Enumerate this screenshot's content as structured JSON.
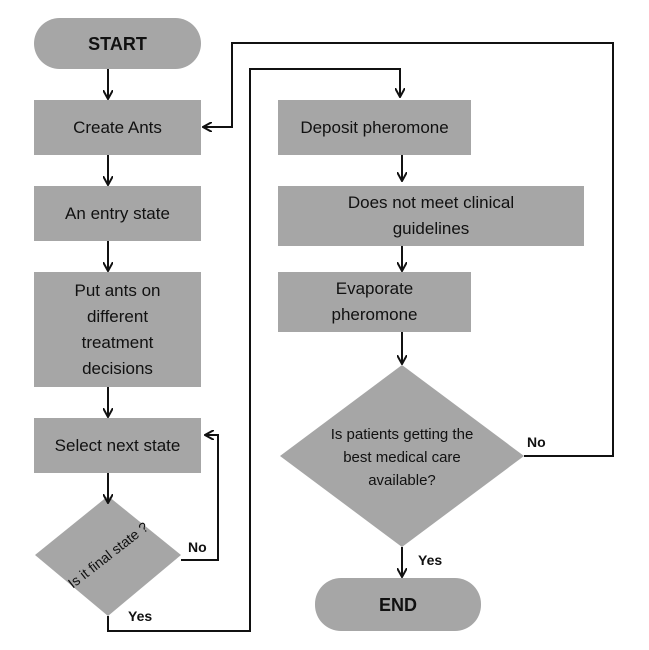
{
  "nodes": {
    "start": "START",
    "create_ants": "Create Ants",
    "entry_state": "An entry state",
    "put_ants": "Put ants on different treatment decisions",
    "select_next": "Select next state",
    "final_q": "Is it final state ?",
    "deposit": "Deposit pheromone",
    "guidelines": "Does not meet clinical guidelines",
    "evaporate": "Evaporate pheromone",
    "best_care_q": "Is patients getting the best medical care available?",
    "end": "END"
  },
  "edge_labels": {
    "final_no": "No",
    "final_yes": "Yes",
    "care_no": "No",
    "care_yes": "Yes"
  },
  "colors": {
    "box": "#a6a6a6",
    "line": "#111111"
  }
}
